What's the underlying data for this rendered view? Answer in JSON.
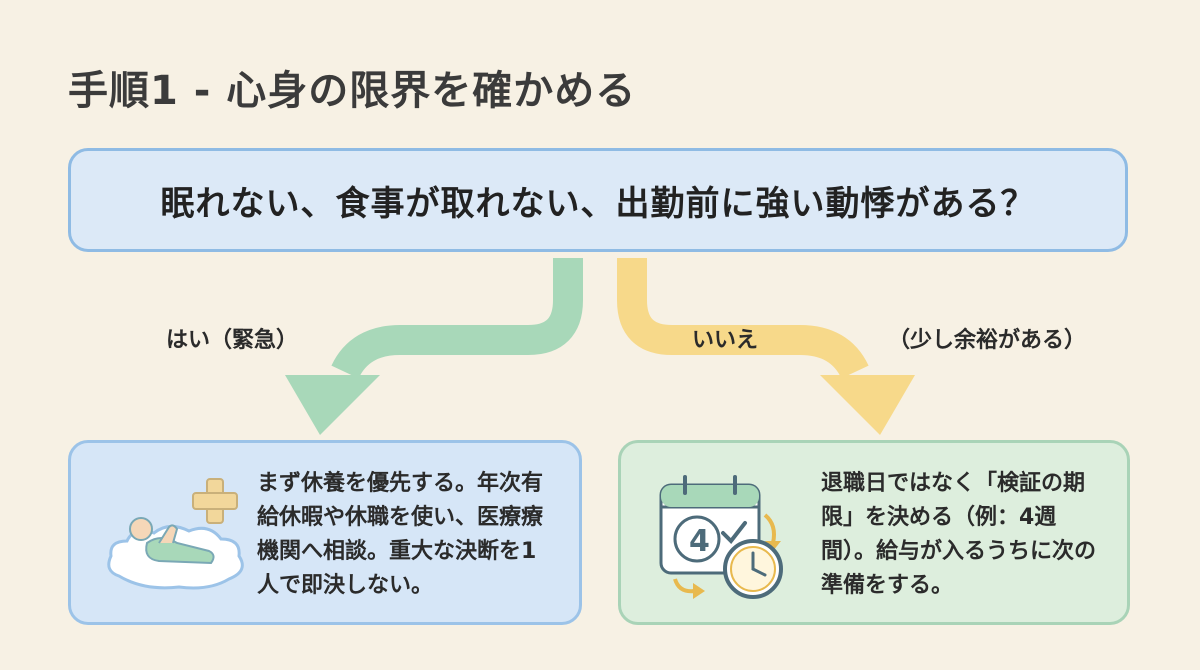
{
  "title": "手順1 - 心身の限界を確かめる",
  "question": "眠れない、食事が取れない、出勤前に強い動悸がある？",
  "branches": {
    "yes_label": "はい（緊急）",
    "no_label": "いいえ",
    "no_note": "（少し余裕がある）"
  },
  "outcomes": {
    "yes_text": "まず休養を優先する。年次有給休暇や休職を使い、医療療機関へ相談。重大な決断を1人で即決しない。",
    "no_text": "退職日ではなく「検証の期限」を決める（例：4週間）。給与が入るうちに次の準備をする。",
    "calendar_number": "4"
  },
  "colors": {
    "yes_arrow": "#a8d8b9",
    "no_arrow": "#f7d98a",
    "question_bg": "#dce9f7",
    "yes_box_bg": "#d6e6f7",
    "no_box_bg": "#ddeedd"
  }
}
